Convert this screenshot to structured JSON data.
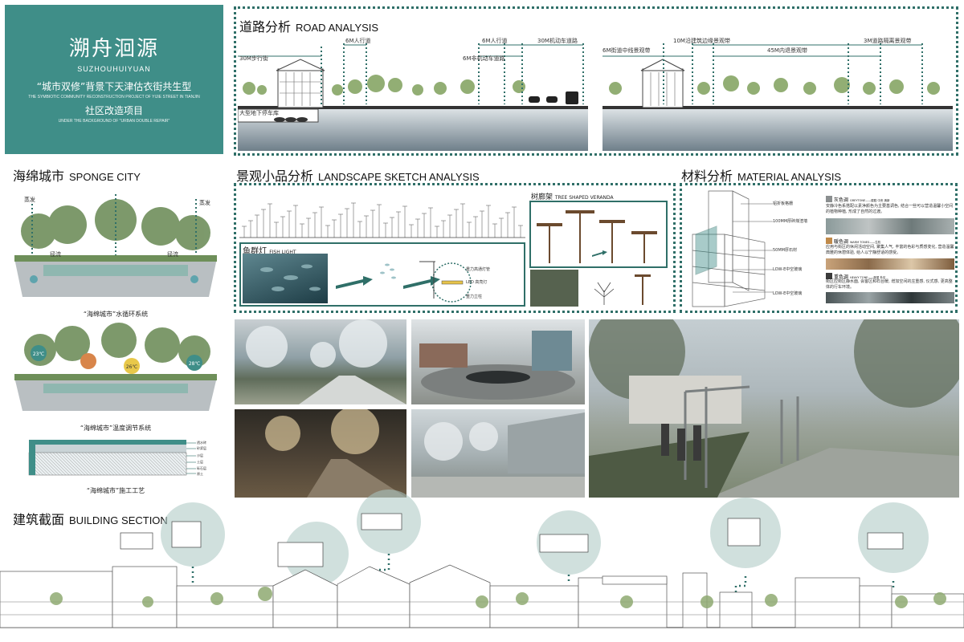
{
  "title": {
    "main": "溯舟洄源",
    "pinyin": "SUZHOUHUIYUAN",
    "subtitle1": "“城市双修”背景下天津估衣街共生型",
    "subtitle1_en": "THE SYMBIOTIC COMMUNITY RECONSTRUCTION PROJECT OF YIJIE STREET IN TIANJIN",
    "subtitle2": "社区改造项目",
    "subtitle2_en": "UNDER THE BACKGROUND OF \"URBAN DOUBLE REPAIR\""
  },
  "road": {
    "title_cn": "道路分析",
    "title_en": "ROAD ANALYSIS",
    "left_labels": [
      "6M人行道",
      "6M人行道",
      "30M机动车道路",
      "30M步行街",
      "6M非机动车道路",
      "大型地下停车库"
    ],
    "right_labels": [
      "10M沿建筑边缘景观带",
      "3M道路隔离景观带",
      "6M街道中线景观带",
      "45M内退景观带"
    ]
  },
  "sponge": {
    "title_cn": "海绵城市",
    "title_en": "SPONGE CITY",
    "labels": [
      "蒸发",
      "蒸发",
      "径流",
      "径流"
    ],
    "captions": [
      "“海绵城市”水循环系统",
      "“海绵城市”温度调节系统",
      "“海绵城市”施工工艺"
    ],
    "temps": [
      "23℃",
      "28℃",
      "26℃"
    ],
    "layers": [
      "透水砖",
      "砂浆层",
      "沙层",
      "土层",
      "砾石层",
      "原土"
    ]
  },
  "landscape": {
    "title_cn": "景观小品分析",
    "title_en": "LANDSCAPE SKETCH ANALYSIS",
    "veranda_cn": "树廊架",
    "veranda_en": "TREE SHAPED VERANDA",
    "fish_cn": "鱼群灯",
    "fish_en": "FISH LIGHT",
    "fish_labels": [
      "重力高通灯管",
      "LED 高亮灯",
      "重力立柱"
    ]
  },
  "material": {
    "title_cn": "材料分析",
    "title_en": "MATERIAL ANALYSIS",
    "labels": [
      "铝折板格栅",
      "100MM厚碎煤渣墙",
      "50MM厚石材",
      "LOW-E中空玻璃",
      "LOW-E中空玻璃"
    ],
    "items": [
      {
        "head": "灰色调",
        "head_en": "GREYTONE——朦胧  中央  清新",
        "text": "安静冷色系搭配以素净颜色为主要基调色, 结合一些可以营造温馨小空间的植物种植, 形成了自然的过渡。"
      },
      {
        "head": "暖色调",
        "head_en": "WARM TONES——生机",
        "text": "应用与街区的休闲活动空间, 聚集人气, 丰富的色彩与质感变化, 营造温馨典雅的休憩体验, 给人以宁静舒适的感受。"
      },
      {
        "head": "重色调",
        "head_en": "HEAVY TONE——厚重  朴实",
        "text": "街区应街区静水面, 会客区和石台暖, 增加空间的庄重感, 仪式感, 更高整体的行车环境。"
      }
    ]
  },
  "building": {
    "title_cn": "建筑截面",
    "title_en": "BUILDING SECTION"
  },
  "colors": {
    "teal": "#3f8e88",
    "dark_teal": "#2f6f68"
  }
}
